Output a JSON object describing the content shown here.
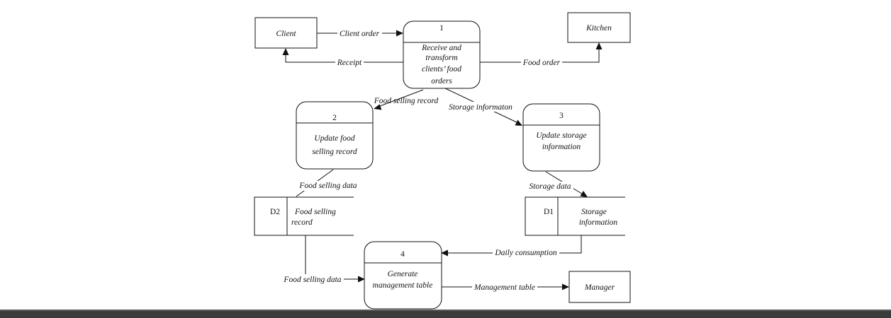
{
  "entities": {
    "client": "Client",
    "kitchen": "Kitchen",
    "manager": "Manager"
  },
  "processes": {
    "p1": {
      "number": "1",
      "lines": [
        "Receive and",
        "transform",
        "clients’ food",
        "orders"
      ]
    },
    "p2": {
      "number": "2",
      "lines": [
        "Update food",
        "selling record"
      ]
    },
    "p3": {
      "number": "3",
      "lines": [
        "Update storage",
        "information"
      ]
    },
    "p4": {
      "number": "4",
      "lines": [
        "Generate",
        "management table"
      ]
    }
  },
  "stores": {
    "d2": {
      "id": "D2",
      "lines": [
        "Food selling",
        "record"
      ]
    },
    "d1": {
      "id": "D1",
      "lines": [
        "Storage",
        "information"
      ]
    }
  },
  "flows": {
    "client_order": "Client order",
    "receipt": "Receipt",
    "food_order": "Food order",
    "food_selling_record": "Food selling record",
    "storage_information": "Storage informaton",
    "food_selling_data_top": "Food selling data",
    "storage_data": "Storage data",
    "daily_consumption": "Daily consumption",
    "food_selling_data_bottom": "Food selling data",
    "management_table": "Management table"
  }
}
